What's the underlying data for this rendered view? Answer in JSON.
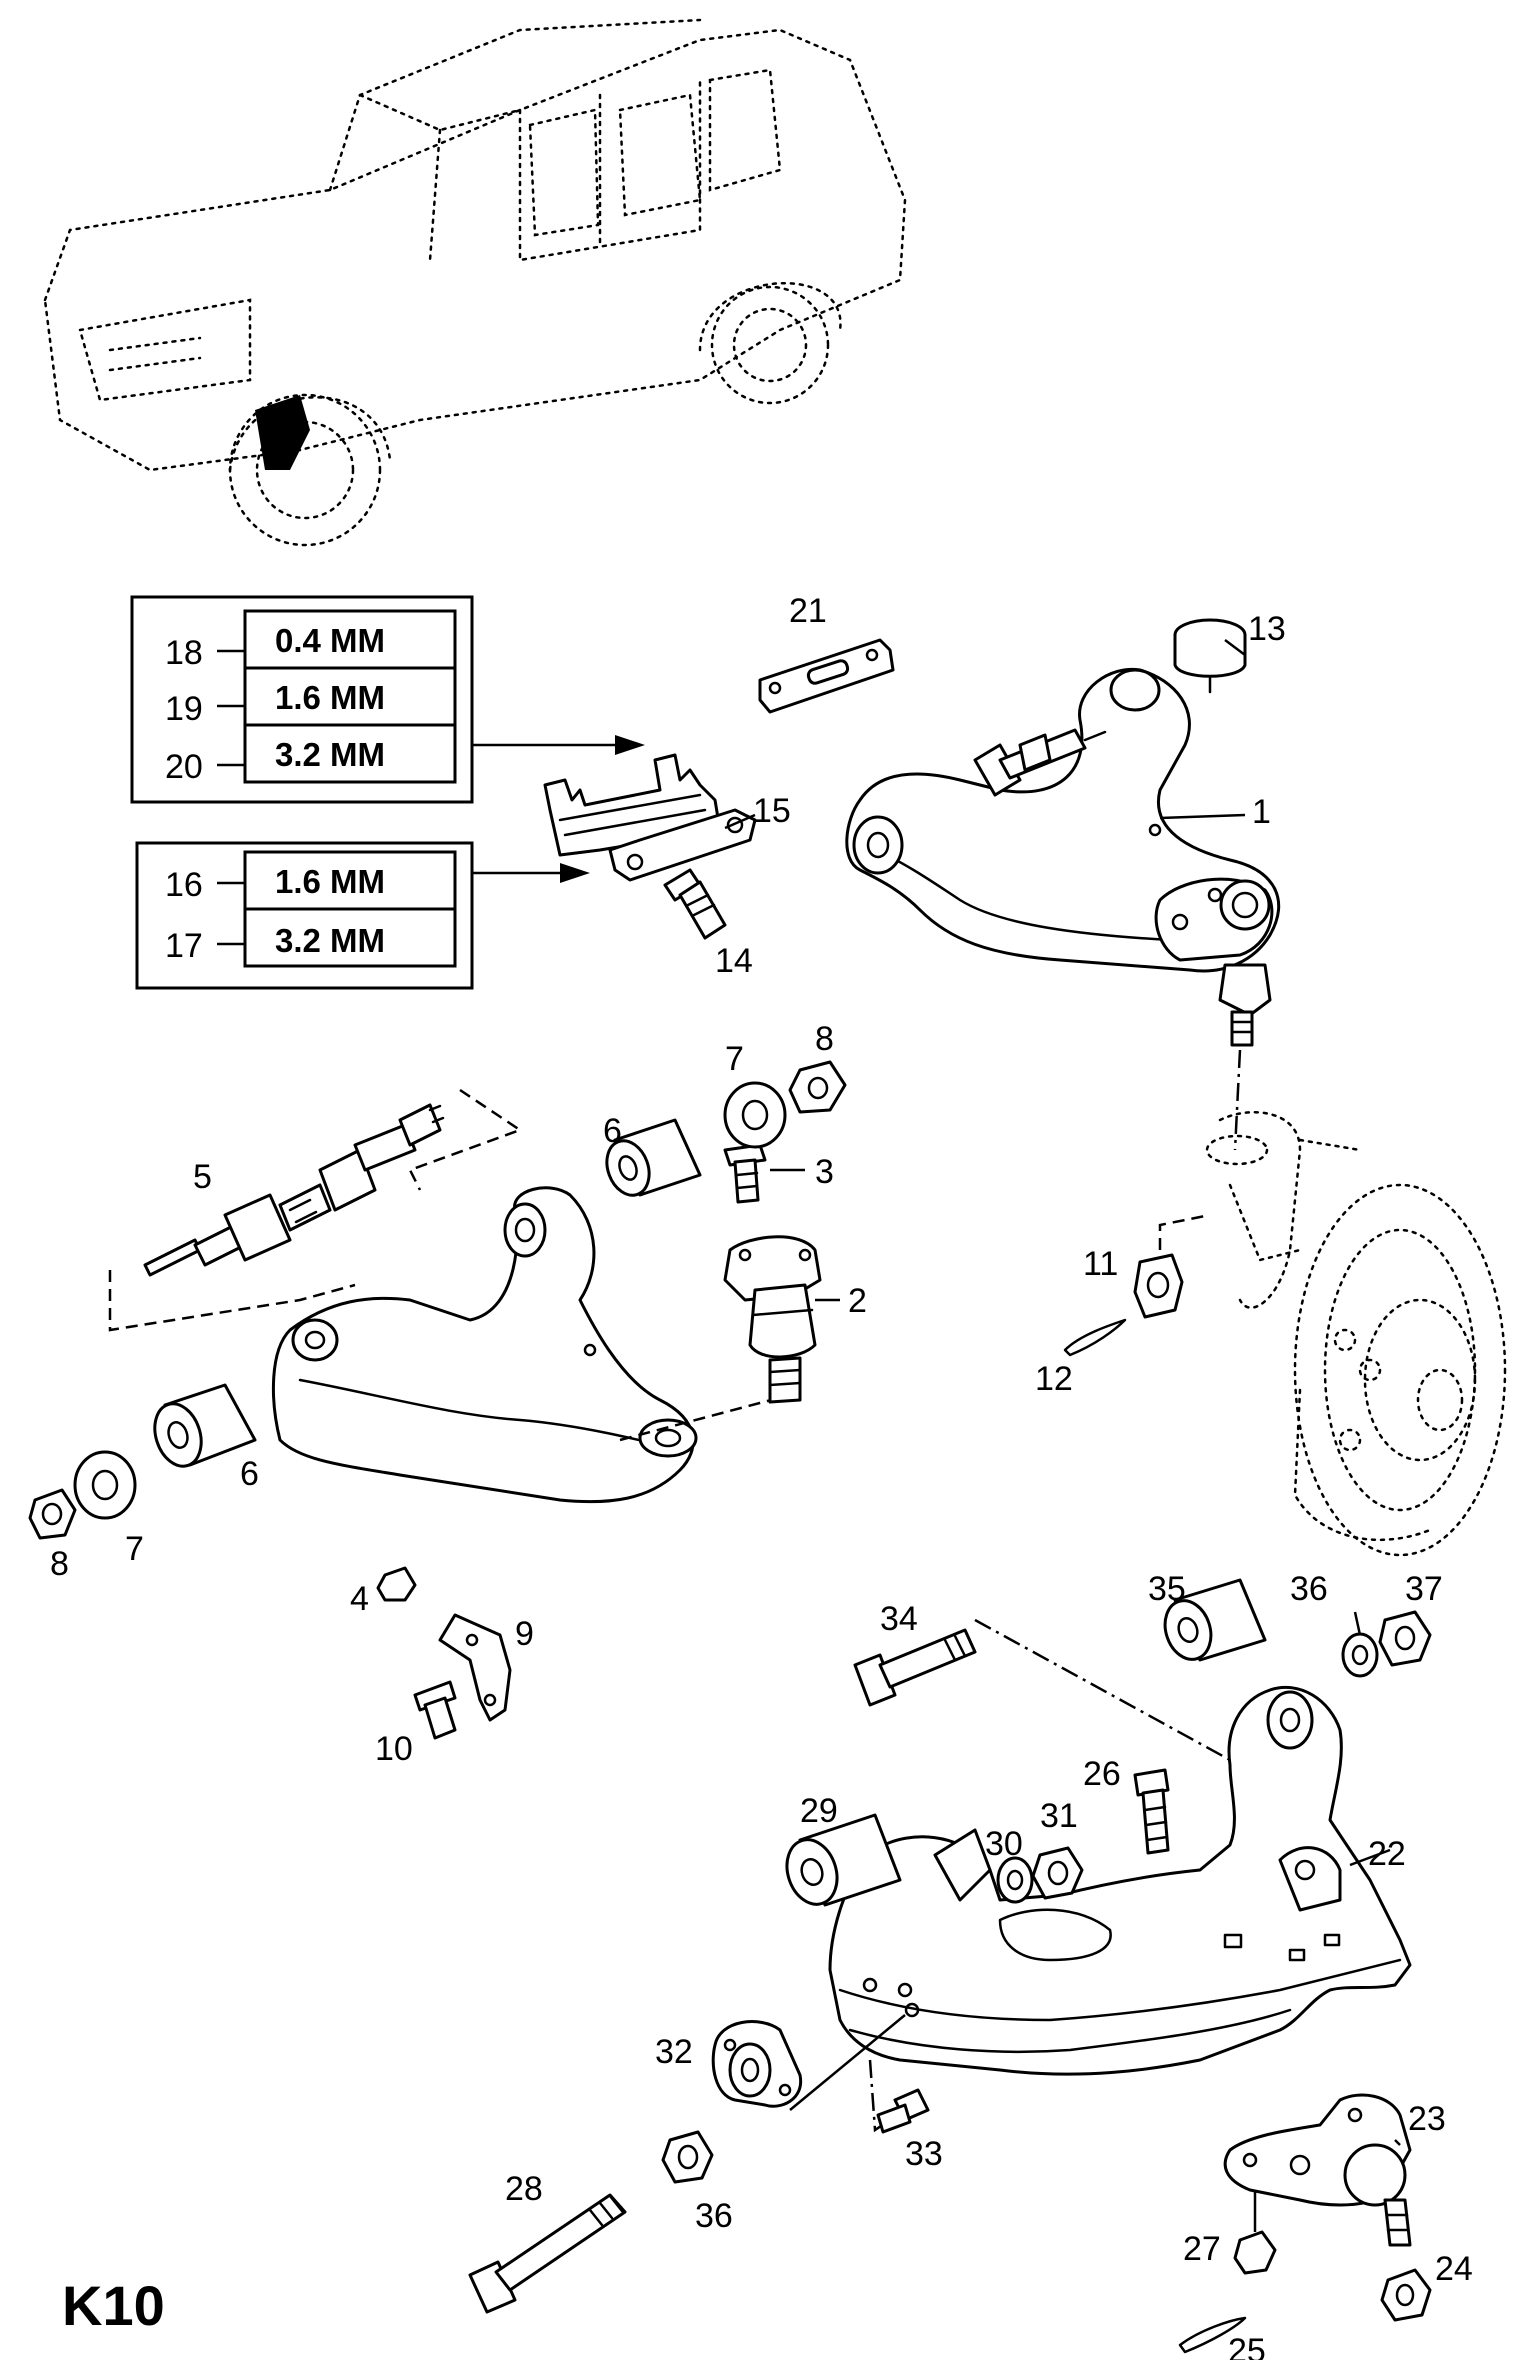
{
  "page_code": "K10",
  "shim_table_rear": {
    "rows": [
      {
        "ref": "18",
        "value": "0.4  MM"
      },
      {
        "ref": "19",
        "value": "1.6  MM"
      },
      {
        "ref": "20",
        "value": "3.2  MM"
      }
    ]
  },
  "shim_table_front": {
    "rows": [
      {
        "ref": "16",
        "value": "1.6  MM"
      },
      {
        "ref": "17",
        "value": "3.2  MM"
      }
    ]
  },
  "callouts": {
    "p1": "1",
    "p2": "2",
    "p3": "3",
    "p4": "4",
    "p5": "5",
    "p6a": "6",
    "p6b": "6",
    "p7a": "7",
    "p7b": "7",
    "p8a": "8",
    "p8b": "8",
    "p9": "9",
    "p10": "10",
    "p11": "11",
    "p12": "12",
    "p13": "13",
    "p14": "14",
    "p15": "15",
    "p21": "21",
    "p22": "22",
    "p23": "23",
    "p24": "24",
    "p25": "25",
    "p26": "26",
    "p27": "27",
    "p28": "28",
    "p29": "29",
    "p30": "30",
    "p31": "31",
    "p32": "32",
    "p33": "33",
    "p34": "34",
    "p35": "35",
    "p36a": "36",
    "p36b": "36",
    "p37": "37"
  }
}
